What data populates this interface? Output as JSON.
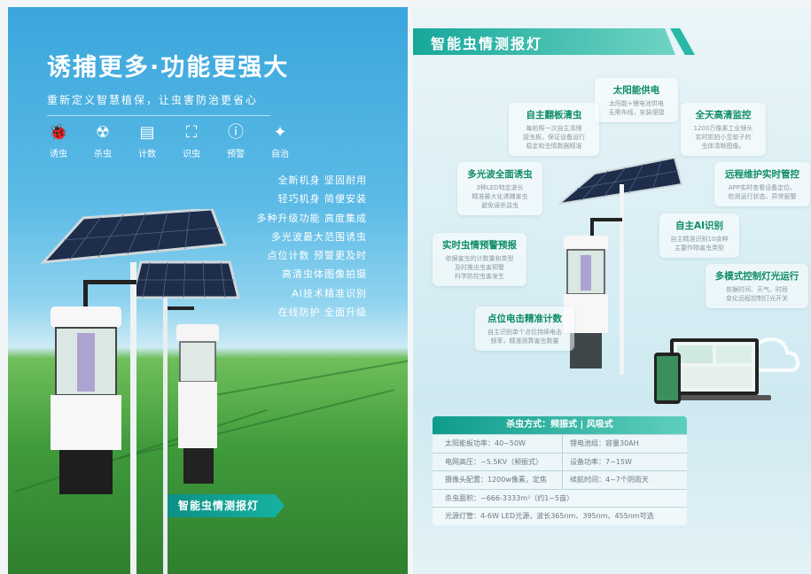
{
  "left": {
    "title": "诱捕更多·功能更强大",
    "subtitle": "重新定义智慧植保，让虫害防治更省心",
    "icons": [
      {
        "name": "bug-icon",
        "label": "诱虫",
        "glyph": "🐞"
      },
      {
        "name": "kill-icon",
        "label": "杀虫",
        "glyph": "☢"
      },
      {
        "name": "count-icon",
        "label": "计数",
        "glyph": "▤"
      },
      {
        "name": "identify-icon",
        "label": "识虫",
        "glyph": "⛶"
      },
      {
        "name": "alert-icon",
        "label": "预警",
        "glyph": "ⓘ"
      },
      {
        "name": "auto-icon",
        "label": "自治",
        "glyph": "✦"
      }
    ],
    "features": [
      "全新机身 坚固耐用",
      "轻巧机身 简便安装",
      "多种升级功能 高度集成",
      "多光波最大范围诱虫",
      "点位计数 预警更及时",
      "高清虫体图像拍摄",
      "AI技术精准识别",
      "在线防护 全面升级"
    ],
    "badge": "智能虫情测报灯"
  },
  "right": {
    "title": "智能虫情测报灯",
    "cards": [
      {
        "title": "太阳能供电",
        "desc": [
          "太阳能+锂电池供电",
          "无需布线，安装便捷"
        ]
      },
      {
        "title": "自主翻板清虫",
        "desc": [
          "每拍照一次自主清理",
          "接虫板，保证设备运行",
          "稳定和虫情数据精准"
        ]
      },
      {
        "title": "全天高清监控",
        "desc": [
          "1200万像素工业镜头",
          "实时抓拍小至蚁子的",
          "虫体清晰图像。"
        ]
      },
      {
        "title": "多光波全面诱虫",
        "desc": [
          "3种LED特定波长",
          "精准最大化诱捕害虫",
          "避免误杀益虫"
        ]
      },
      {
        "title": "远程维护实时管控",
        "desc": [
          "APP实时查看设备定位、",
          "检测运行状态、异常报警"
        ]
      },
      {
        "title": "自主AI识别",
        "desc": [
          "自主精准识别10余种",
          "主要作物害虫类型"
        ]
      },
      {
        "title": "实时虫情预警预报",
        "desc": [
          "依据害虫的计数量和类型",
          "及时推出虫害预警",
          "科学防控虫害发生"
        ]
      },
      {
        "title": "多模式控制灯光运行",
        "desc": [
          "依据时间、天气、时段",
          "变化远程控制灯光开关"
        ]
      },
      {
        "title": "点位电击精准计数",
        "desc": [
          "自主识别单个点位持续电击",
          "频率，精准测算害虫数量"
        ]
      }
    ],
    "spec": {
      "header": "杀虫方式：频振式 | 风吸式",
      "rows": [
        [
          "太阳能板功率：40~50W",
          "锂电池组：容量30AH"
        ],
        [
          "电网高压：~5.5KV（频振式）",
          "设备功率：7~15W"
        ],
        [
          "摄像头配置：1200w像素，定焦",
          "续航时间：4~7个阴雨天"
        ],
        [
          "杀虫面积：~666-3333m²（约1~5亩）"
        ],
        [
          "光源灯管：4-6W LED光源，波长365nm、395nm、455nm可选"
        ]
      ]
    }
  },
  "colors": {
    "accent": "#17a89b",
    "card_title": "#0e8c66"
  }
}
